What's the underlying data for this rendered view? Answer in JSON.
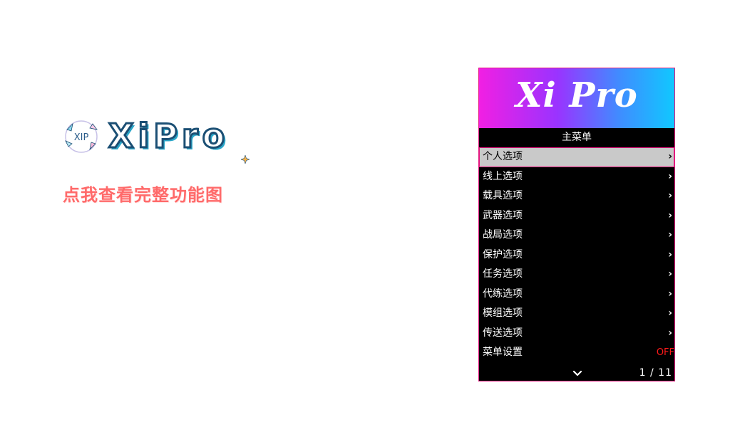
{
  "brand": {
    "emblem_text": "XIP",
    "wordmark": "XiPro",
    "promo_link": "点我查看完整功能图"
  },
  "menu": {
    "logo_text": "Xi Pro",
    "title": "主菜单",
    "items": [
      {
        "label": "个人选项",
        "indicator": "›",
        "selected": true
      },
      {
        "label": "线上选项",
        "indicator": "›"
      },
      {
        "label": "载具选项",
        "indicator": "›"
      },
      {
        "label": "武器选项",
        "indicator": "›"
      },
      {
        "label": "战局选项",
        "indicator": "›"
      },
      {
        "label": "保护选项",
        "indicator": "›"
      },
      {
        "label": "任务选项",
        "indicator": "›"
      },
      {
        "label": "代练选项",
        "indicator": "›"
      },
      {
        "label": "模组选项",
        "indicator": "›"
      },
      {
        "label": "传送选项",
        "indicator": "›"
      }
    ],
    "settings_item": {
      "label": "菜单设置",
      "value": "OFF"
    },
    "page_indicator": "1 / 11",
    "scroll_icon": "chevron-down-icon"
  },
  "colors": {
    "panel_border": "#e4157f",
    "header_gradient_start": "#f11fe3",
    "header_gradient_end": "#10c8ff",
    "selected_row": "#c9c9c9",
    "toggle_off": "#ff1a1a",
    "promo_text": "#ff6a6a",
    "wordmark_stroke": "#1b4f74"
  }
}
